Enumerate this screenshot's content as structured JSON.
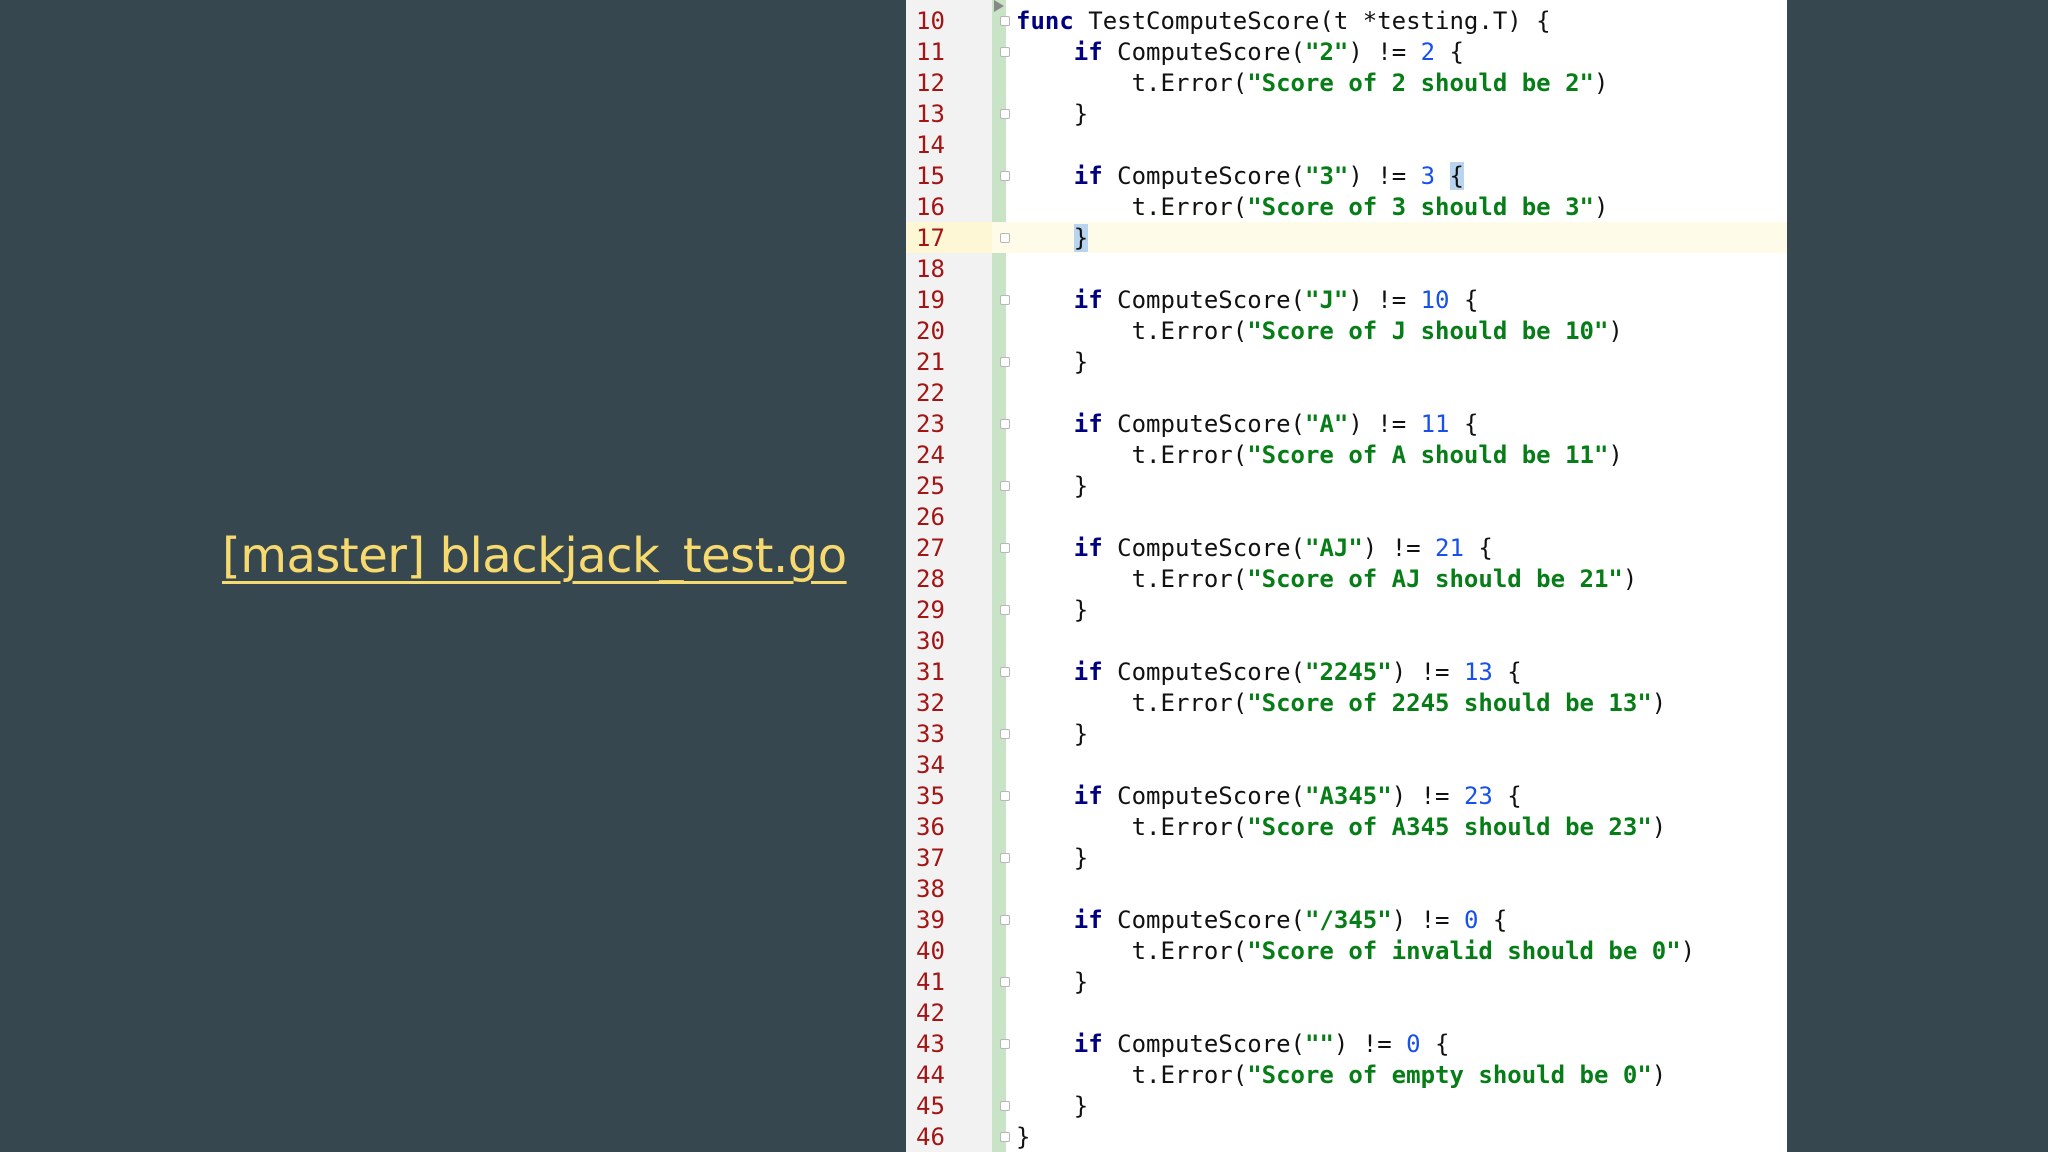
{
  "slide": {
    "title": "[master] blackjack_test.go"
  },
  "colors": {
    "background": "#37474f",
    "title": "#f6d96f",
    "keyword": "#000080",
    "string": "#067d17",
    "number": "#1750eb",
    "line_number": "#a31515",
    "current_line": "#fefbe8"
  },
  "editor": {
    "current_line": "17",
    "lines": [
      {
        "num": "10",
        "fold": true,
        "parts": [
          {
            "t": "func",
            "c": "kw"
          },
          {
            "t": " TestComputeScore(t *testing.T) {",
            "c": ""
          }
        ]
      },
      {
        "num": "11",
        "fold": true,
        "parts": [
          {
            "t": "    ",
            "c": ""
          },
          {
            "t": "if",
            "c": "kw"
          },
          {
            "t": " ComputeScore(",
            "c": ""
          },
          {
            "t": "\"2\"",
            "c": "str"
          },
          {
            "t": ") != ",
            "c": ""
          },
          {
            "t": "2",
            "c": "num"
          },
          {
            "t": " {",
            "c": ""
          }
        ]
      },
      {
        "num": "12",
        "fold": false,
        "parts": [
          {
            "t": "        t.Error(",
            "c": ""
          },
          {
            "t": "\"Score of 2 should be 2\"",
            "c": "str"
          },
          {
            "t": ")",
            "c": ""
          }
        ]
      },
      {
        "num": "13",
        "fold": true,
        "parts": [
          {
            "t": "    }",
            "c": ""
          }
        ]
      },
      {
        "num": "14",
        "fold": false,
        "parts": []
      },
      {
        "num": "15",
        "fold": true,
        "parts": [
          {
            "t": "    ",
            "c": ""
          },
          {
            "t": "if",
            "c": "kw"
          },
          {
            "t": " ComputeScore(",
            "c": ""
          },
          {
            "t": "\"3\"",
            "c": "str"
          },
          {
            "t": ") != ",
            "c": ""
          },
          {
            "t": "3",
            "c": "num"
          },
          {
            "t": " ",
            "c": ""
          },
          {
            "t": "{",
            "c": "hl"
          }
        ]
      },
      {
        "num": "16",
        "fold": false,
        "parts": [
          {
            "t": "        t.Error(",
            "c": ""
          },
          {
            "t": "\"Score of 3 should be 3\"",
            "c": "str"
          },
          {
            "t": ")",
            "c": ""
          }
        ]
      },
      {
        "num": "17",
        "fold": true,
        "parts": [
          {
            "t": "    ",
            "c": ""
          },
          {
            "t": "}",
            "c": "hl"
          }
        ]
      },
      {
        "num": "18",
        "fold": false,
        "parts": []
      },
      {
        "num": "19",
        "fold": true,
        "parts": [
          {
            "t": "    ",
            "c": ""
          },
          {
            "t": "if",
            "c": "kw"
          },
          {
            "t": " ComputeScore(",
            "c": ""
          },
          {
            "t": "\"J\"",
            "c": "str"
          },
          {
            "t": ") != ",
            "c": ""
          },
          {
            "t": "10",
            "c": "num"
          },
          {
            "t": " {",
            "c": ""
          }
        ]
      },
      {
        "num": "20",
        "fold": false,
        "parts": [
          {
            "t": "        t.Error(",
            "c": ""
          },
          {
            "t": "\"Score of J should be 10\"",
            "c": "str"
          },
          {
            "t": ")",
            "c": ""
          }
        ]
      },
      {
        "num": "21",
        "fold": true,
        "parts": [
          {
            "t": "    }",
            "c": ""
          }
        ]
      },
      {
        "num": "22",
        "fold": false,
        "parts": []
      },
      {
        "num": "23",
        "fold": true,
        "parts": [
          {
            "t": "    ",
            "c": ""
          },
          {
            "t": "if",
            "c": "kw"
          },
          {
            "t": " ComputeScore(",
            "c": ""
          },
          {
            "t": "\"A\"",
            "c": "str"
          },
          {
            "t": ") != ",
            "c": ""
          },
          {
            "t": "11",
            "c": "num"
          },
          {
            "t": " {",
            "c": ""
          }
        ]
      },
      {
        "num": "24",
        "fold": false,
        "parts": [
          {
            "t": "        t.Error(",
            "c": ""
          },
          {
            "t": "\"Score of A should be 11\"",
            "c": "str"
          },
          {
            "t": ")",
            "c": ""
          }
        ]
      },
      {
        "num": "25",
        "fold": true,
        "parts": [
          {
            "t": "    }",
            "c": ""
          }
        ]
      },
      {
        "num": "26",
        "fold": false,
        "parts": []
      },
      {
        "num": "27",
        "fold": true,
        "parts": [
          {
            "t": "    ",
            "c": ""
          },
          {
            "t": "if",
            "c": "kw"
          },
          {
            "t": " ComputeScore(",
            "c": ""
          },
          {
            "t": "\"AJ\"",
            "c": "str"
          },
          {
            "t": ") != ",
            "c": ""
          },
          {
            "t": "21",
            "c": "num"
          },
          {
            "t": " {",
            "c": ""
          }
        ]
      },
      {
        "num": "28",
        "fold": false,
        "parts": [
          {
            "t": "        t.Error(",
            "c": ""
          },
          {
            "t": "\"Score of AJ should be 21\"",
            "c": "str"
          },
          {
            "t": ")",
            "c": ""
          }
        ]
      },
      {
        "num": "29",
        "fold": true,
        "parts": [
          {
            "t": "    }",
            "c": ""
          }
        ]
      },
      {
        "num": "30",
        "fold": false,
        "parts": []
      },
      {
        "num": "31",
        "fold": true,
        "parts": [
          {
            "t": "    ",
            "c": ""
          },
          {
            "t": "if",
            "c": "kw"
          },
          {
            "t": " ComputeScore(",
            "c": ""
          },
          {
            "t": "\"2245\"",
            "c": "str"
          },
          {
            "t": ") != ",
            "c": ""
          },
          {
            "t": "13",
            "c": "num"
          },
          {
            "t": " {",
            "c": ""
          }
        ]
      },
      {
        "num": "32",
        "fold": false,
        "parts": [
          {
            "t": "        t.Error(",
            "c": ""
          },
          {
            "t": "\"Score of 2245 should be 13\"",
            "c": "str"
          },
          {
            "t": ")",
            "c": ""
          }
        ]
      },
      {
        "num": "33",
        "fold": true,
        "parts": [
          {
            "t": "    }",
            "c": ""
          }
        ]
      },
      {
        "num": "34",
        "fold": false,
        "parts": []
      },
      {
        "num": "35",
        "fold": true,
        "parts": [
          {
            "t": "    ",
            "c": ""
          },
          {
            "t": "if",
            "c": "kw"
          },
          {
            "t": " ComputeScore(",
            "c": ""
          },
          {
            "t": "\"A345\"",
            "c": "str"
          },
          {
            "t": ") != ",
            "c": ""
          },
          {
            "t": "23",
            "c": "num"
          },
          {
            "t": " {",
            "c": ""
          }
        ]
      },
      {
        "num": "36",
        "fold": false,
        "parts": [
          {
            "t": "        t.Error(",
            "c": ""
          },
          {
            "t": "\"Score of A345 should be 23\"",
            "c": "str"
          },
          {
            "t": ")",
            "c": ""
          }
        ]
      },
      {
        "num": "37",
        "fold": true,
        "parts": [
          {
            "t": "    }",
            "c": ""
          }
        ]
      },
      {
        "num": "38",
        "fold": false,
        "parts": []
      },
      {
        "num": "39",
        "fold": true,
        "parts": [
          {
            "t": "    ",
            "c": ""
          },
          {
            "t": "if",
            "c": "kw"
          },
          {
            "t": " ComputeScore(",
            "c": ""
          },
          {
            "t": "\"/345\"",
            "c": "str"
          },
          {
            "t": ") != ",
            "c": ""
          },
          {
            "t": "0",
            "c": "num"
          },
          {
            "t": " {",
            "c": ""
          }
        ]
      },
      {
        "num": "40",
        "fold": false,
        "parts": [
          {
            "t": "        t.Error(",
            "c": ""
          },
          {
            "t": "\"Score of invalid should be 0\"",
            "c": "str"
          },
          {
            "t": ")",
            "c": ""
          }
        ]
      },
      {
        "num": "41",
        "fold": true,
        "parts": [
          {
            "t": "    }",
            "c": ""
          }
        ]
      },
      {
        "num": "42",
        "fold": false,
        "parts": []
      },
      {
        "num": "43",
        "fold": true,
        "parts": [
          {
            "t": "    ",
            "c": ""
          },
          {
            "t": "if",
            "c": "kw"
          },
          {
            "t": " ComputeScore(",
            "c": ""
          },
          {
            "t": "\"\"",
            "c": "str"
          },
          {
            "t": ") != ",
            "c": ""
          },
          {
            "t": "0",
            "c": "num"
          },
          {
            "t": " {",
            "c": ""
          }
        ]
      },
      {
        "num": "44",
        "fold": false,
        "parts": [
          {
            "t": "        t.Error(",
            "c": ""
          },
          {
            "t": "\"Score of empty should be 0\"",
            "c": "str"
          },
          {
            "t": ")",
            "c": ""
          }
        ]
      },
      {
        "num": "45",
        "fold": true,
        "parts": [
          {
            "t": "    }",
            "c": ""
          }
        ]
      },
      {
        "num": "46",
        "fold": true,
        "parts": [
          {
            "t": "}",
            "c": ""
          }
        ]
      }
    ]
  }
}
